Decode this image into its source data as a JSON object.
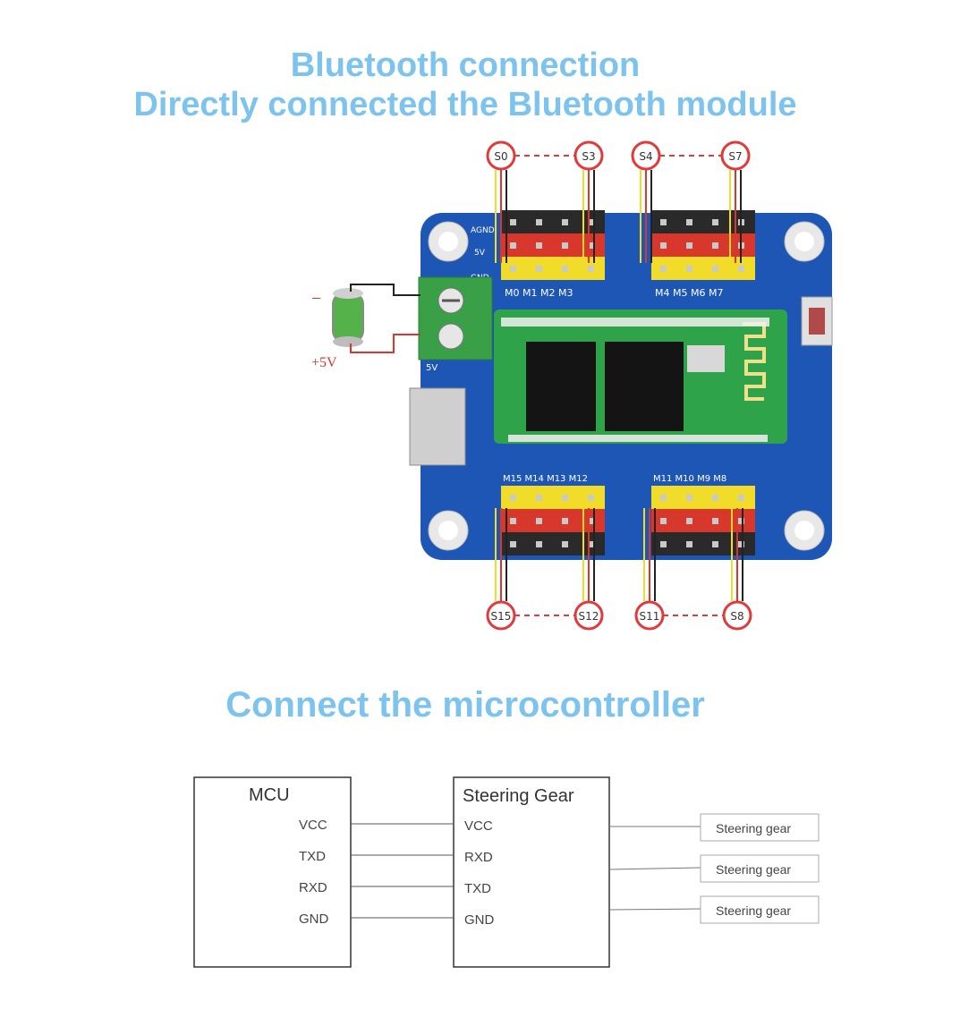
{
  "title_line1": "Bluetooth connection",
  "title_line2": "Directly connected  the Bluetooth module",
  "section2_title": "Connect the microcontroller",
  "power": {
    "minus": "−",
    "plus": "+5V"
  },
  "servo_top": [
    "S0",
    "S3",
    "S4",
    "S7"
  ],
  "servo_bottom": [
    "S15",
    "S12",
    "S11",
    "S8"
  ],
  "board_labels": {
    "top_groups": [
      "M0 M1 M2 M3",
      "M4 M5 M6 M7"
    ],
    "bottom_groups": [
      "M15 M14 M13 M12",
      "M11 M10 M9 M8"
    ],
    "left": [
      "AGND",
      "5V",
      "GND"
    ],
    "terminal": "5V"
  },
  "mcu": {
    "title": "MCU",
    "pins": [
      "VCC",
      "TXD",
      "RXD",
      "GND"
    ]
  },
  "gear": {
    "title": "Steering  Gear",
    "pins": [
      "VCC",
      "RXD",
      "TXD",
      "GND"
    ]
  },
  "outputs": [
    "Steering gear",
    "Steering gear",
    "Steering gear"
  ],
  "colors": {
    "title": "#7cc4ee",
    "board": "#1d56b4",
    "servo_circle": "#e23a3a",
    "pin_yellow": "#f2dc2a",
    "pin_red": "#d8372c",
    "pin_black": "#2a2a2a"
  }
}
